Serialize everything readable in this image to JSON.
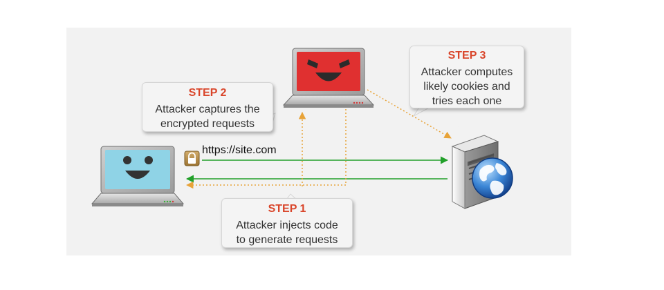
{
  "url": "https://site.com",
  "steps": [
    {
      "label": "STEP 1",
      "lines": [
        "Attacker injects code",
        "to generate requests"
      ]
    },
    {
      "label": "STEP 2",
      "lines": [
        "Attacker captures the",
        "encrypted requests"
      ]
    },
    {
      "label": "STEP 3",
      "lines": [
        "Attacker computes",
        "likely cookies and",
        "tries each one"
      ]
    }
  ],
  "colors": {
    "step_label": "#d9452a",
    "request_arrow": "#22a02a",
    "attack_arrow": "#e8a338",
    "victim_screen": "#8fd3e6",
    "attacker_screen": "#e03030"
  },
  "icons": [
    "victim-laptop-icon",
    "attacker-laptop-icon",
    "server-icon",
    "globe-icon",
    "lock-icon"
  ]
}
